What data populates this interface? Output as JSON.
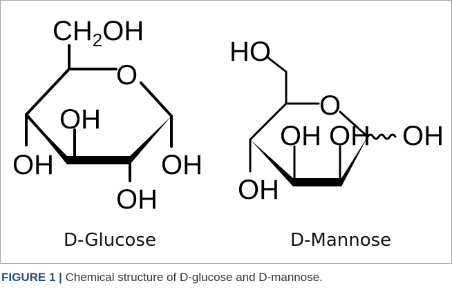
{
  "figure": {
    "caption_label": "FIGURE 1 |",
    "caption_text": " Chemical structure of D-glucose and D-mannose."
  },
  "glucose": {
    "name": "D-Glucose",
    "atoms": {
      "ch2oh_ch": "CH",
      "ch2oh_sub": "2",
      "ch2oh_oh": "OH",
      "ring_o": "O",
      "oh_top": "OH",
      "oh_left": "OH",
      "oh_right": "OH",
      "oh_bottom": "OH"
    }
  },
  "mannose": {
    "name": "D-Mannose",
    "atoms": {
      "ho_top": "HO",
      "ring_o": "O",
      "oh_1": "OH",
      "oh_2": "OH",
      "oh_anomeric": "OH",
      "oh_bottom": "OH"
    }
  }
}
